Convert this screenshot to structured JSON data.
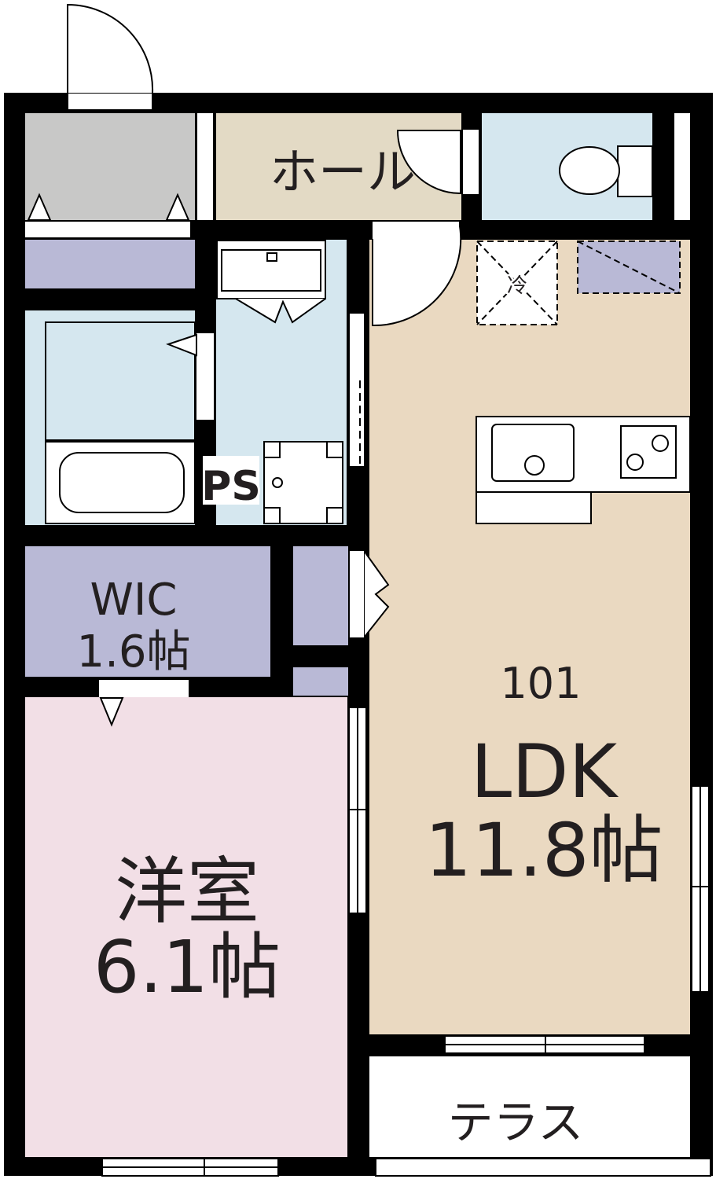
{
  "unit_number": "101",
  "rooms": {
    "hall": "ホール",
    "ldk_name": "LDK",
    "ldk_area": "11.8帖",
    "western_name": "洋室",
    "western_area": "6.1帖",
    "wic_name": "WIC",
    "wic_area": "1.6帖",
    "terrace": "テラス",
    "ps": "PS",
    "fridge": "冷"
  },
  "colors": {
    "wall": "#000000",
    "entrance": "#c8c8c7",
    "hall": "#e3dac5",
    "wet": "#d5e7ef",
    "ldk": "#ead9c1",
    "western": "#f2dfe6",
    "storage": "#b9b9d6",
    "outdoor": "#ffffff"
  }
}
